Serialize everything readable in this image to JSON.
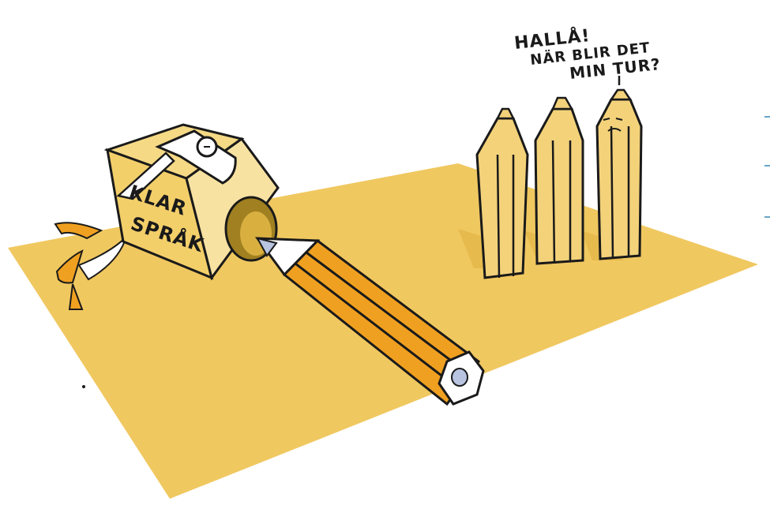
{
  "sharpener": {
    "label_line1": "KLAR",
    "label_line2": "SPRÅK"
  },
  "speech": {
    "line1": "HALLÅ!",
    "line2": "NÄR BLIR DET",
    "line3": "MIN TUR?"
  },
  "colors": {
    "paper": "#f0c860",
    "pencil_orange": "#f0a020",
    "pencil_light": "#f3d27a",
    "sharpener_body": "#f3cf6a",
    "outline": "#1a1a1a"
  }
}
